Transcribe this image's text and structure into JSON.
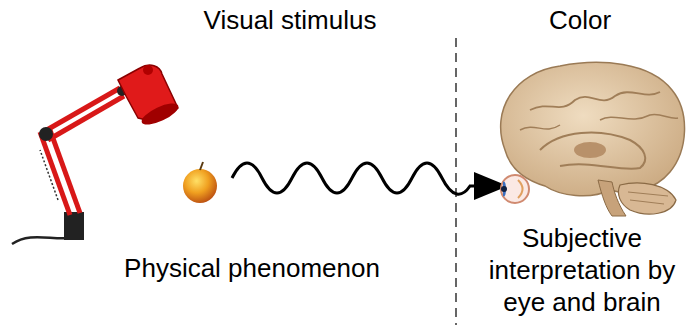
{
  "diagram": {
    "labels": [
      "Visual stimulus",
      "Color",
      "Physical phenomenon",
      "Subjective interpretation by eye and brain"
    ]
  }
}
